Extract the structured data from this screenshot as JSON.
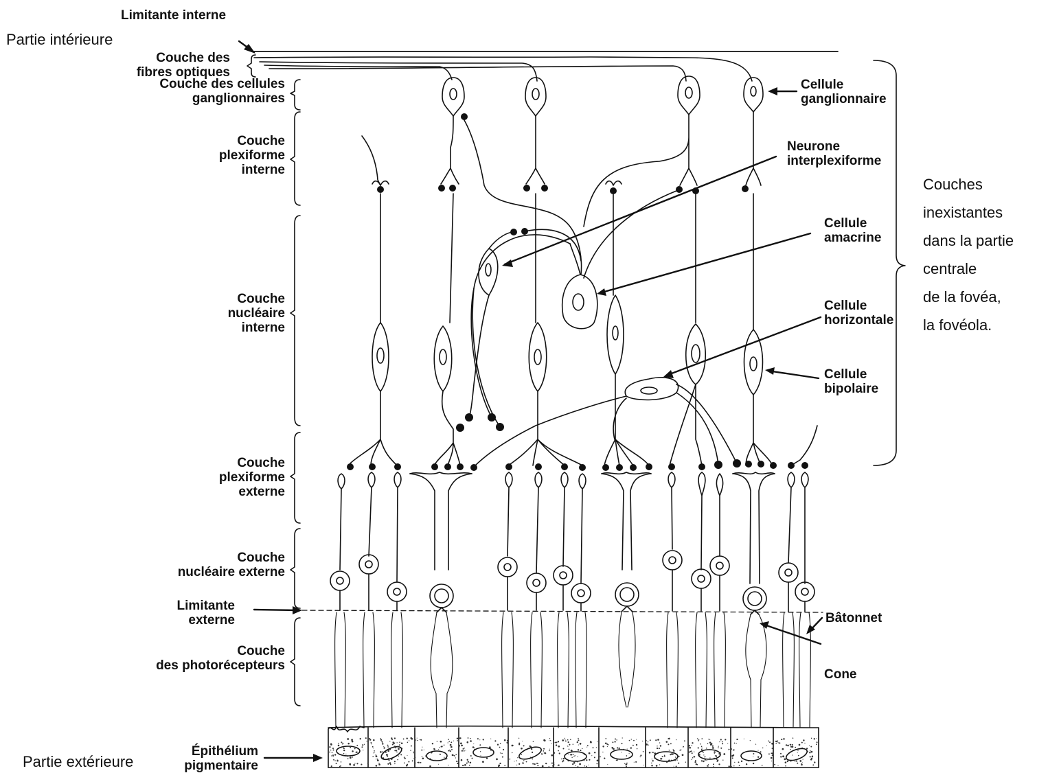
{
  "regions": {
    "inner": "Partie intérieure",
    "outer": "Partie extérieure"
  },
  "layers": {
    "limitante_interne": "Limitante interne",
    "fibres_optiques": "Couche des\nfibres optiques",
    "ganglionnaires": "Couche des cellules\nganglionnaires",
    "plexiforme_interne": "Couche\nplexiforme\ninterne",
    "nucleaire_interne": "Couche\nnucléaire\ninterne",
    "plexiforme_externe": "Couche\nplexiforme\nexterne",
    "nucleaire_externe": "Couche\nnucléaire externe",
    "limitante_externe": "Limitante\nexterne",
    "photorecepteurs": "Couche\ndes photorécepteurs",
    "epithelium": "Épithélium\npigmentaire"
  },
  "cells": {
    "ganglion": "Cellule\nganglionnaire",
    "interplexiform": "Neurone\ninterplexiforme",
    "amacrine": "Cellule\namacrine",
    "horizontal": "Cellule\nhorizontale",
    "bipolar": "Cellule\nbipolaire",
    "rod": "Bâtonnet",
    "cone": "Cone"
  },
  "note": "Couches\ninexistantes\ndans la partie\ncentrale\nde la fovéa,\nla fovéola.",
  "colors": {
    "ink": "#111111",
    "background": "#ffffff"
  }
}
